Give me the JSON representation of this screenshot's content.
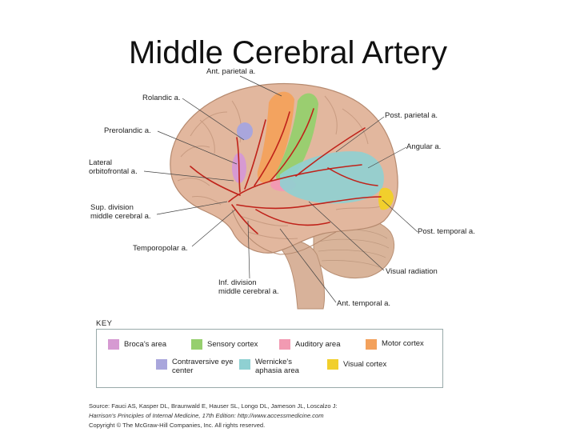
{
  "title": "Middle Cerebral Artery",
  "labels": {
    "ant_parietal": "Ant. parietal a.",
    "rolandic": "Rolandic a.",
    "prerolandic": "Prerolandic a.",
    "lateral_orbitofrontal_1": "Lateral",
    "lateral_orbitofrontal_2": "orbitofrontal a.",
    "sup_division_1": "Sup. division",
    "sup_division_2": "middle cerebral a.",
    "temporopolar": "Temporopolar a.",
    "inf_division_1": "Inf. division",
    "inf_division_2": "middle cerebral a.",
    "post_parietal": "Post. parietal a.",
    "angular": "Angular a.",
    "post_temporal": "Post. temporal a.",
    "visual_radiation": "Visual radiation",
    "ant_temporal": "Ant. temporal a."
  },
  "key": {
    "title": "KEY",
    "items": [
      {
        "label": "Broca's area",
        "color": "#d69ad2"
      },
      {
        "label": "Sensory cortex",
        "color": "#96cf6e"
      },
      {
        "label": "Auditory area",
        "color": "#f29ab2"
      },
      {
        "label": "Motor cortex",
        "color": "#f3a15c"
      },
      {
        "label": "Contraversive eye center",
        "color": "#a9a6dc"
      },
      {
        "label": "Wernicke's aphasia area",
        "color": "#8fd0d2"
      },
      {
        "label": "Visual cortex",
        "color": "#f1cf2c"
      }
    ]
  },
  "source": {
    "line1": "Source: Fauci AS, Kasper DL, Braunwald E, Hauser SL, Longo DL, Jameson JL, Loscalzo J:",
    "line2": "Harrison's Principles of Internal Medicine, 17th Edition: http://www.accessmedicine.com",
    "line3": "Copyright © The McGraw-Hill Companies, Inc. All rights reserved."
  }
}
